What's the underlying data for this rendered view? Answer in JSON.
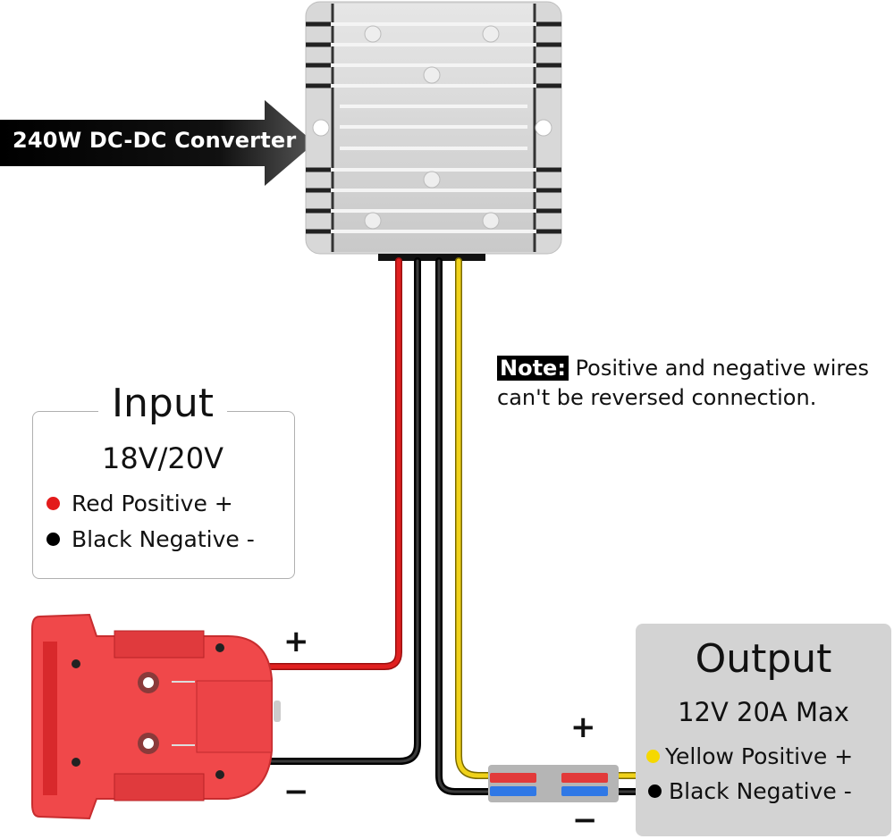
{
  "converter": {
    "label": "240W DC-DC Converter"
  },
  "note": {
    "badge": "Note:",
    "line1": "Positive and negative wires",
    "line2": "can't be reversed connection."
  },
  "input": {
    "title": "Input",
    "voltage": "18V/20V",
    "legend": [
      {
        "label": "Red Positive +",
        "color": "#e31b1b"
      },
      {
        "label": "Black Negative -",
        "color": "#000000"
      }
    ]
  },
  "output": {
    "title": "Output",
    "spec": "12V 20A Max",
    "legend": [
      {
        "label": "Yellow Positive +",
        "color": "#f5d800"
      },
      {
        "label": "Black Negative -",
        "color": "#000000"
      }
    ]
  },
  "signs": {
    "input_positive": "+",
    "input_negative": "−",
    "output_positive": "+",
    "output_negative": "−"
  },
  "colors": {
    "red_wire": "#e02020",
    "black_wire": "#1a1a1a",
    "yellow_wire": "#f0d21a",
    "adapter": "#f0484a"
  }
}
